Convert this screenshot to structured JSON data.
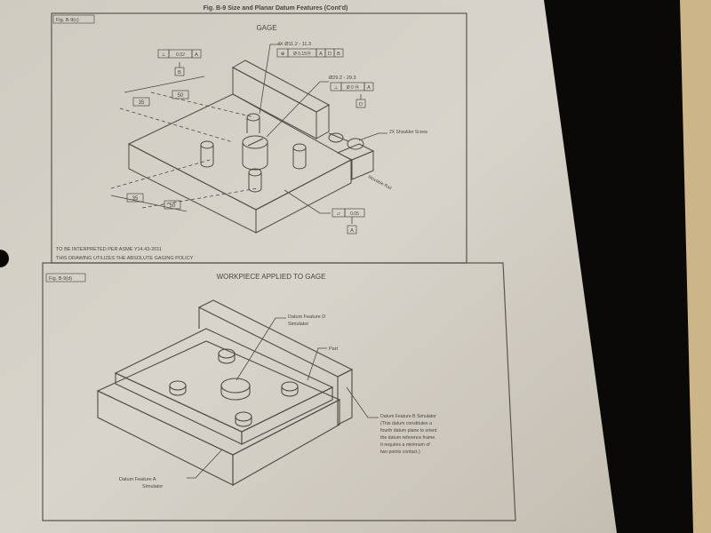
{
  "figure_title": "Fig. B-9   Size and Planar Datum Features (Cont'd)",
  "panel_top": {
    "tag": "Fig. B-9(c)",
    "title": "GAGE",
    "callout_holes": "4X Ø11.2 - 11.3",
    "callout_holes_frame": [
      "⊕",
      "Ø 0.15Ⓜ",
      "A",
      "D",
      "B"
    ],
    "callout_perp": "Ø29.2 - 29.3",
    "callout_perp_frame": [
      "⊥",
      "Ø 0 Ⓜ",
      "A"
    ],
    "datum_d": "D",
    "callout_left_frame": [
      "⊥",
      "0.02",
      "A"
    ],
    "datum_b": "B",
    "dims_top": [
      "35",
      "50"
    ],
    "dims_bottom": [
      "35",
      "50"
    ],
    "shoulder_label": "2X Shoulder Screw",
    "movable_label": "Movable Rail",
    "flat_frame": [
      "▱",
      "0.05"
    ],
    "datum_a": "A",
    "note1": "TO BE INTERPRETED PER ASME Y14.43-2011",
    "note2": "THIS DRAWING UTILIZES THE ABSOLUTE GAGING POLICY"
  },
  "panel_bottom": {
    "tag": "Fig. B-9(d)",
    "title": "WORKPIECE APPLIED TO GAGE",
    "label_d": [
      "Datum Feature D",
      "Simulator"
    ],
    "label_part": "Part",
    "label_b": [
      "Datum Feature B Simulator",
      "(This datum constitutes a",
      "fourth datum plane to orient",
      "the datum reference frame.",
      "It requires a minimum of",
      "two points contact.)"
    ],
    "label_a": [
      "Datum Feature A",
      "Simulator"
    ]
  }
}
